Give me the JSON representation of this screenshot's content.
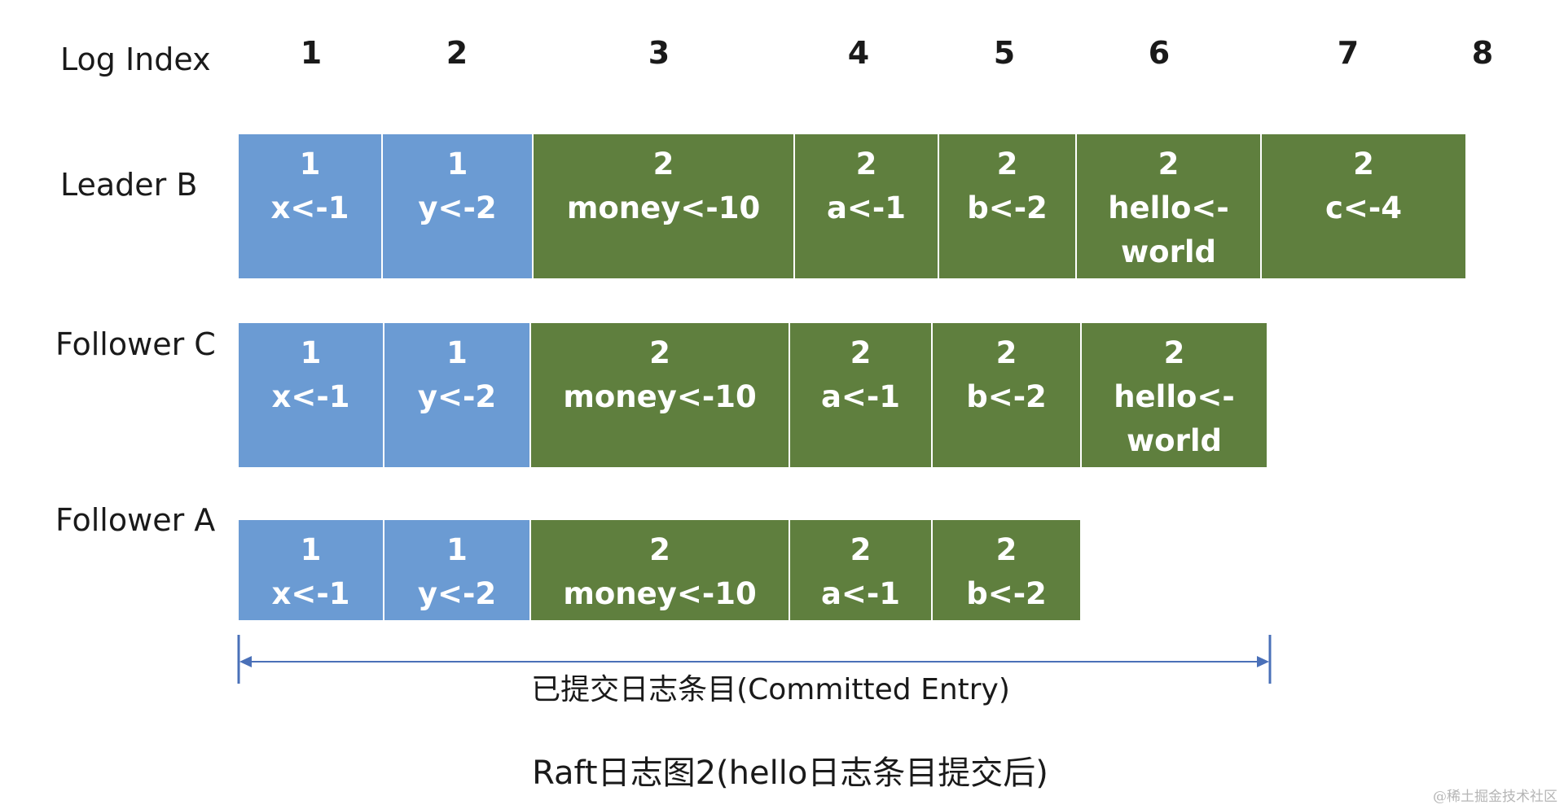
{
  "header_label": "Log Index",
  "log_indices": [
    "1",
    "2",
    "3",
    "4",
    "5",
    "6",
    "7",
    "8"
  ],
  "rows": [
    {
      "label": "Leader B",
      "entries": [
        {
          "term": "1",
          "cmd": "x<-1"
        },
        {
          "term": "1",
          "cmd": "y<-2"
        },
        {
          "term": "2",
          "cmd": "money<-10"
        },
        {
          "term": "2",
          "cmd": "a<-1"
        },
        {
          "term": "2",
          "cmd": "b<-2"
        },
        {
          "term": "2",
          "cmd": "hello<-\nworld"
        },
        {
          "term": "2",
          "cmd": "c<-4"
        }
      ]
    },
    {
      "label": "Follower C",
      "entries": [
        {
          "term": "1",
          "cmd": "x<-1"
        },
        {
          "term": "1",
          "cmd": "y<-2"
        },
        {
          "term": "2",
          "cmd": "money<-10"
        },
        {
          "term": "2",
          "cmd": "a<-1"
        },
        {
          "term": "2",
          "cmd": "b<-2"
        },
        {
          "term": "2",
          "cmd": "hello<-\nworld"
        }
      ]
    },
    {
      "label": "Follower A",
      "entries": [
        {
          "term": "1",
          "cmd": "x<-1"
        },
        {
          "term": "1",
          "cmd": "y<-2"
        },
        {
          "term": "2",
          "cmd": "money<-10"
        },
        {
          "term": "2",
          "cmd": "a<-1"
        },
        {
          "term": "2",
          "cmd": "b<-2"
        }
      ]
    }
  ],
  "term_colors": {
    "1": "#6b9bd3",
    "2": "#5f7f3e"
  },
  "committed_caption": "已提交日志条目(Committed Entry)",
  "title": "Raft日志图2(hello日志条目提交后)",
  "watermark": "@稀土掘金技术社区"
}
